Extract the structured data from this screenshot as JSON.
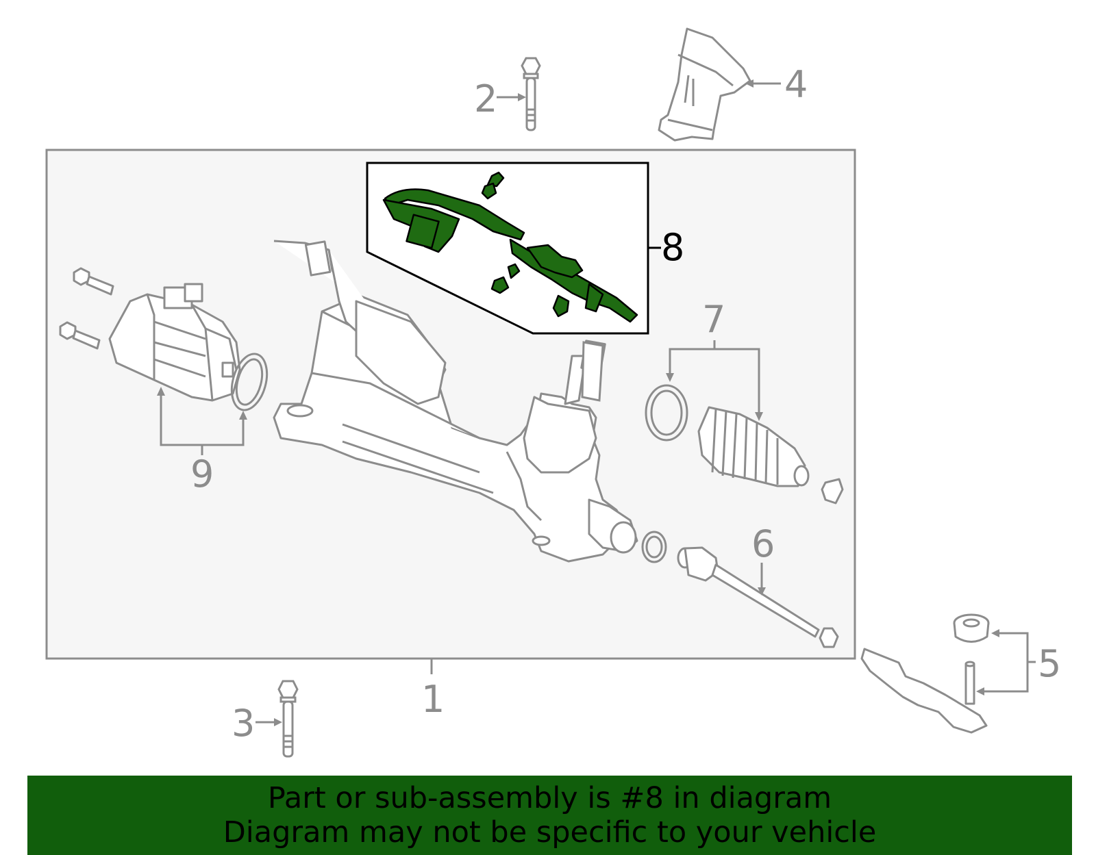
{
  "colors": {
    "line": "#8c8c8c",
    "panel": "#f6f6f6",
    "highlight": "#1f6b12",
    "banner": "#115e0c",
    "text": "#000000"
  },
  "callouts": {
    "c1": "1",
    "c2": "2",
    "c3": "3",
    "c4": "4",
    "c5": "5",
    "c6": "6",
    "c7": "7",
    "c8": "8",
    "c9": "9"
  },
  "banner": {
    "line1": "Part or sub-assembly is #8 in diagram",
    "line2": "Diagram may not be specific to your vehicle"
  },
  "icons": [
    "bolt-icon",
    "steering-gear-icon",
    "motor-icon",
    "boot-icon",
    "tie-rod-icon",
    "tie-rod-end-icon",
    "wire-harness-icon",
    "dust-seal-icon"
  ]
}
